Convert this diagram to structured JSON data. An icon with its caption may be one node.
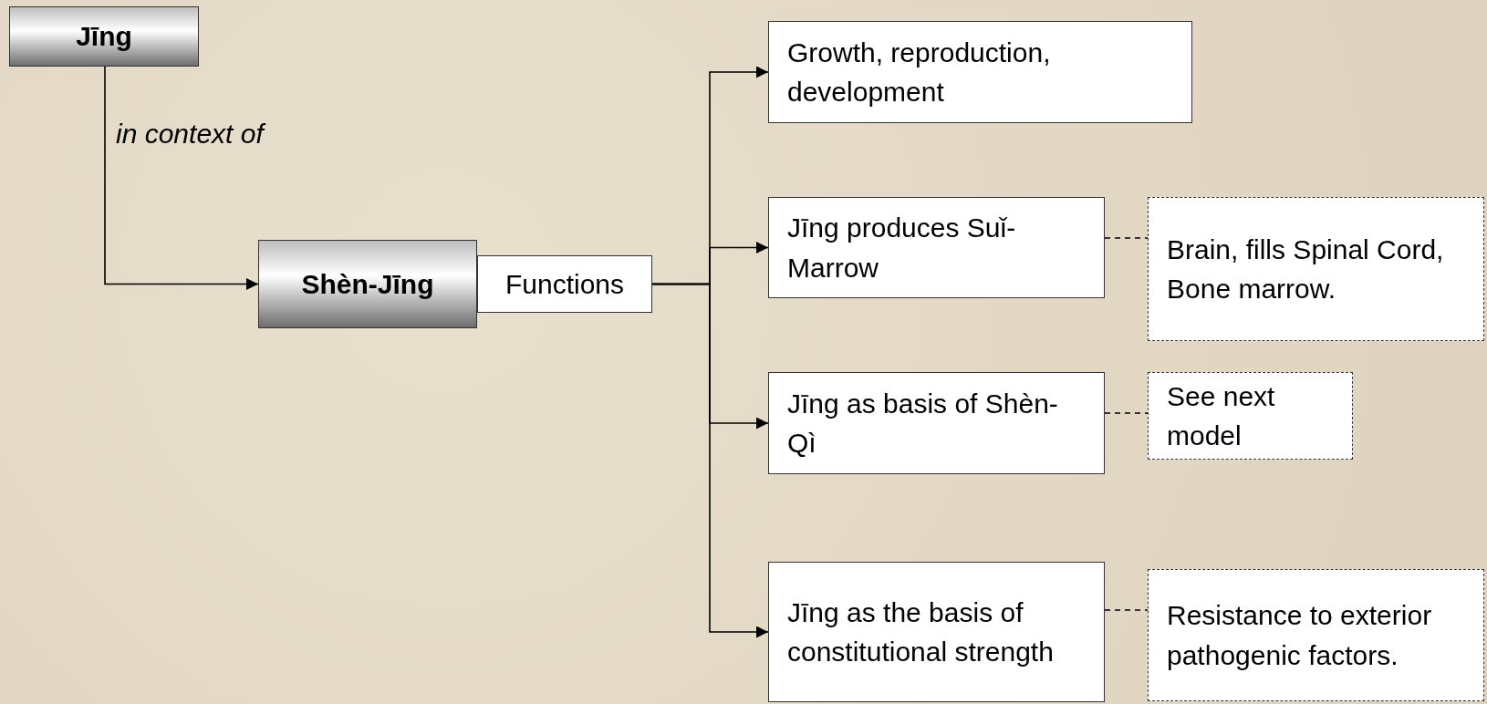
{
  "diagram": {
    "nodes": [
      {
        "text": [
          "Jīng"
        ]
      },
      {
        "text": [
          "Shèn-Jīng"
        ]
      },
      {
        "text": [
          "Functions"
        ]
      },
      {
        "text": [
          "Growth, reproduction, development"
        ]
      },
      {
        "text": [
          "Jīng produces Suǐ-Marrow"
        ]
      },
      {
        "text": [
          "Brain, fills Spinal Cord, Bone marrow."
        ]
      },
      {
        "text": [
          "Jīng as basis of Shèn-Qì"
        ]
      },
      {
        "text": [
          "See next model"
        ]
      },
      {
        "text": [
          "Jīng as the basis of constitutional strength"
        ]
      },
      {
        "text": [
          "Resistance to exterior pathogenic factors."
        ]
      }
    ],
    "edges": [
      {
        "from": 0,
        "to": 1,
        "arrow": "to",
        "label": "in context of"
      },
      {
        "from": 2,
        "to": 3,
        "arrow": "to"
      },
      {
        "from": 2,
        "to": 4,
        "arrow": "to"
      },
      {
        "from": 2,
        "to": 6,
        "arrow": "to"
      },
      {
        "from": 2,
        "to": 8,
        "arrow": "to"
      },
      {
        "from": 4,
        "to": 5,
        "arrow": "none",
        "style": "dashed"
      },
      {
        "from": 6,
        "to": 7,
        "arrow": "none",
        "style": "dashed"
      },
      {
        "from": 8,
        "to": 9,
        "arrow": "none",
        "style": "dashed"
      }
    ]
  }
}
